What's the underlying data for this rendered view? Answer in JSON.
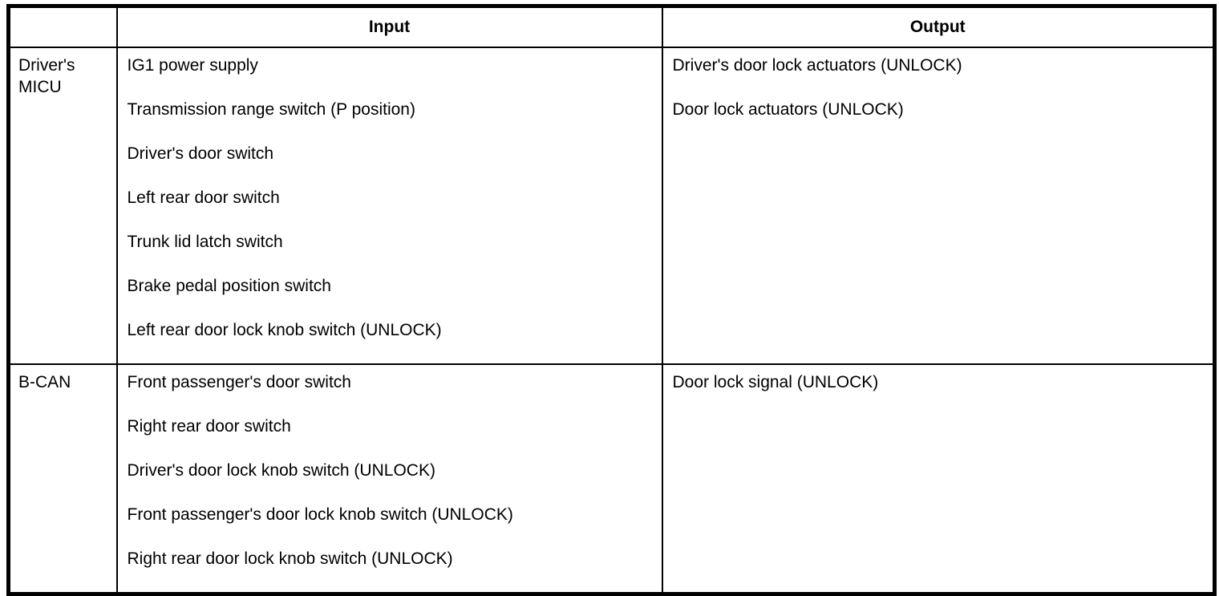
{
  "table": {
    "headers": {
      "source": "",
      "input": "Input",
      "output": "Output"
    },
    "rows": [
      {
        "source": "Driver's MICU",
        "inputs": [
          "IG1 power supply",
          "Transmission range switch (P position)",
          "Driver's door switch",
          "Left rear door switch",
          "Trunk lid latch switch",
          "Brake pedal position switch",
          "Left rear door lock knob switch (UNLOCK)"
        ],
        "outputs": [
          "Driver's door lock actuators (UNLOCK)",
          "Door lock actuators (UNLOCK)"
        ]
      },
      {
        "source": "B-CAN",
        "inputs": [
          "Front passenger's door switch",
          "Right rear door switch",
          "Driver's door lock knob switch (UNLOCK)",
          "Front passenger's door lock knob switch (UNLOCK)",
          "Right rear door lock knob switch (UNLOCK)"
        ],
        "outputs": [
          "Door lock signal (UNLOCK)"
        ]
      }
    ]
  },
  "colors": {
    "border": "#000000",
    "background": "#ffffff",
    "text": "#000000"
  }
}
